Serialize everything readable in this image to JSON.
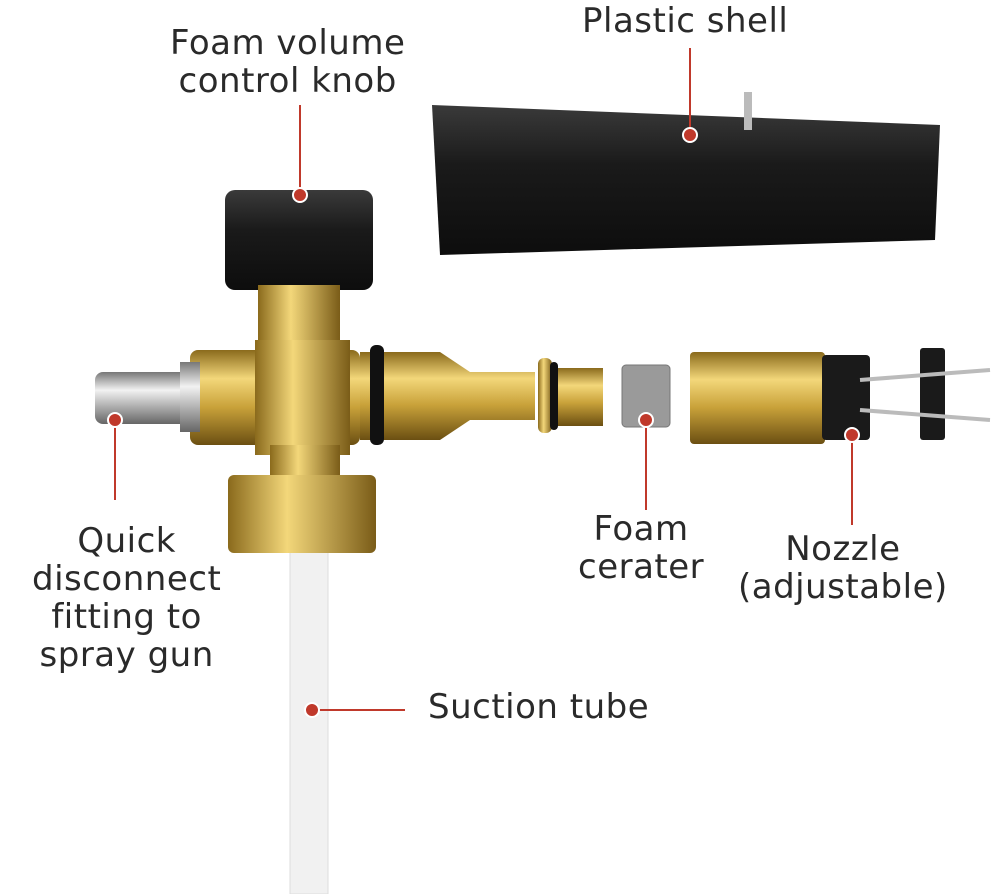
{
  "labels": {
    "knob": [
      "Foam volume",
      "control knob"
    ],
    "shell": "Plastic shell",
    "quick": [
      "Quick",
      "disconnect",
      "fitting to",
      "spray gun"
    ],
    "cerater": [
      "Foam",
      "cerater"
    ],
    "nozzle": [
      "Nozzle",
      "(adjustable)"
    ],
    "suction": "Suction tube"
  },
  "colors": {
    "leader": "#c0392b",
    "brass": "#c9a23a",
    "black": "#1d1d1d",
    "chrome": "#b8b8b8"
  }
}
